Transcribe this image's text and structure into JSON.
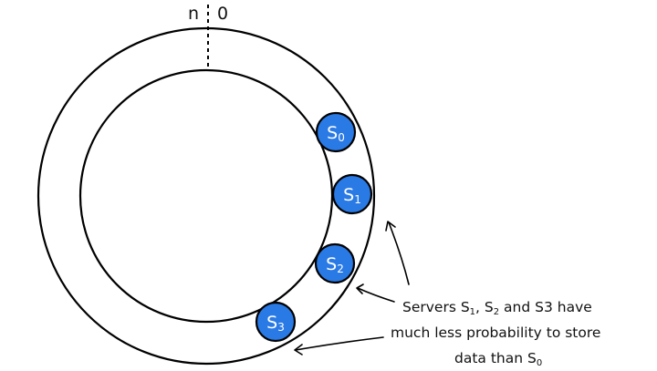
{
  "ring_marker": {
    "left_label": "n",
    "right_label": "0"
  },
  "servers": [
    {
      "id": "s0",
      "prefix": "S",
      "sub": "0"
    },
    {
      "id": "s1",
      "prefix": "S",
      "sub": "1"
    },
    {
      "id": "s2",
      "prefix": "S",
      "sub": "2"
    },
    {
      "id": "s3",
      "prefix": "S",
      "sub": "3"
    }
  ],
  "caption": {
    "line1": {
      "a": "Servers S",
      "a_sub": "1",
      "b": ", S",
      "b_sub": "2",
      "c": " and S3 have"
    },
    "line2": "much less probability to store",
    "line3": {
      "a": "data than S",
      "a_sub": "0"
    }
  },
  "colors": {
    "node_fill": "#2a7ae6",
    "stroke": "#000000",
    "background": "#ffffff"
  }
}
